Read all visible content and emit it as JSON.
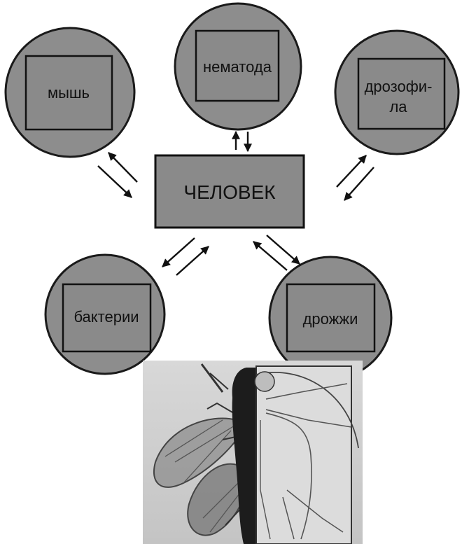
{
  "center": {
    "label": "ЧЕЛОВЕК"
  },
  "nodes": [
    {
      "id": "mouse",
      "lines": [
        "мышь"
      ]
    },
    {
      "id": "nematode",
      "lines": [
        "нематода"
      ]
    },
    {
      "id": "drosophila",
      "lines": [
        "дрозофи-",
        "ла"
      ]
    },
    {
      "id": "bacteria",
      "lines": [
        "бактерии"
      ]
    },
    {
      "id": "yeast",
      "lines": [
        "дрожжи"
      ]
    }
  ],
  "colors": {
    "fill": "#8a8a8a",
    "stroke": "#111111"
  }
}
